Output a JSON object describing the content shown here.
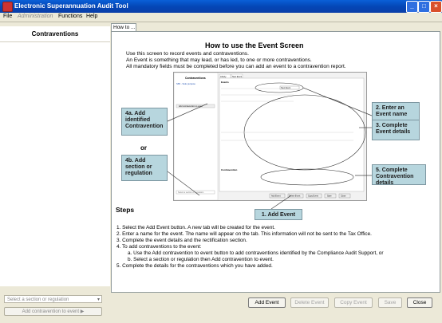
{
  "window": {
    "title": "Electronic Superannuation Audit Tool",
    "min": "_",
    "max": "□",
    "close": "×"
  },
  "menu": [
    {
      "label": "File",
      "disabled": false
    },
    {
      "label": "Administration",
      "disabled": true
    },
    {
      "label": "Functions",
      "disabled": false
    },
    {
      "label": "Help",
      "disabled": false
    }
  ],
  "sidebar": {
    "title": "Contraventions",
    "select_placeholder": "Select a section or regulation",
    "add_button": "Add contravention to event"
  },
  "tab": {
    "label": "How to ..."
  },
  "main": {
    "heading": "How to use the Event Screen",
    "intro": [
      "Use this screen to record events and contraventions.",
      "An Event is something that may lead, or has led, to one or more contraventions.",
      "All mandatory fields must be completed before you can add an event to a contravention report."
    ],
    "steps_heading": "Steps",
    "steps": [
      "1. Select the Add Event button. A new tab will be created for the event.",
      "2. Enter a name for the event. The name will appear on the tab. This information will not be sent to the Tax Office.",
      "3. Complete the event details and the rectification section.",
      "4. To add contraventions to the event:",
      "a. Use the Add contravention to event button to add contraventions identified by the Compliance Audit Support, or",
      "b. Select a section or regulation then Add contravention to event.",
      "5. Complete the details for the contraventions which you have added."
    ]
  },
  "callouts": {
    "c4a": "4a. Add identified Contravention",
    "or": "or",
    "c4b": "4b. Add section or regulation",
    "c2": "2. Enter an Event name",
    "c3": "3. Complete Event details",
    "c5": "5. Complete Contravention details",
    "c1": "1. Add Event"
  },
  "preview": {
    "left_title": "Contraventions",
    "left_item": "S65 - Sole purpose",
    "left_button": "Add contravention to event",
    "left_select": "Select a section or regulation",
    "tab1": "Liberty",
    "tab2": "New Event",
    "events_label": "Events",
    "event_name": "New Event",
    "contravention_label": "Contravention",
    "buttons": [
      "Add Event",
      "Delete Event",
      "Copy Event",
      "Save",
      "Close"
    ]
  },
  "buttons": {
    "add_event": "Add Event",
    "delete_event": "Delete Event",
    "copy_event": "Copy Event",
    "save": "Save",
    "close": "Close"
  }
}
